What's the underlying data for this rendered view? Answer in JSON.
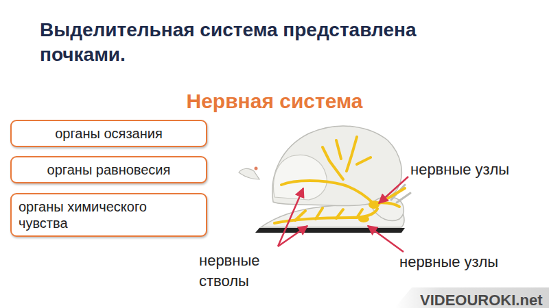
{
  "diagram": {
    "title": "Выделительная система представлена почками.",
    "nodes": [
      {
        "text": [
          "органы осязания"
        ]
      },
      {
        "text": [
          "органы равновесия"
        ]
      },
      {
        "text": [
          "органы химического чувства"
        ]
      }
    ],
    "labels": [
      "Нервная система",
      "нервные узлы",
      "нервные стволы",
      "нервные узлы",
      "VIDEOUROKI.net"
    ]
  }
}
